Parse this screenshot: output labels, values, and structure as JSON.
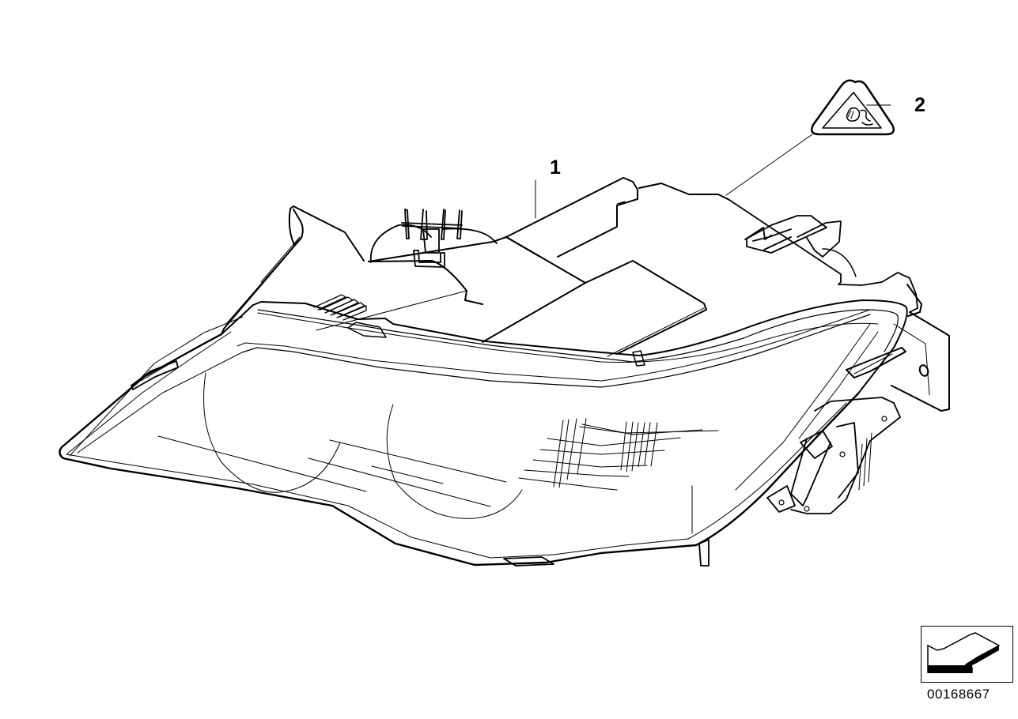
{
  "diagram": {
    "subject": "headlight assembly",
    "callouts": [
      {
        "number": "1",
        "part": "headlight"
      },
      {
        "number": "2",
        "part": "warning label (electrical hazard)"
      }
    ],
    "diagram_id": "00168667",
    "nav_icon": "arrow-down-left-icon",
    "line_color": "#000000",
    "background_color": "#ffffff"
  }
}
